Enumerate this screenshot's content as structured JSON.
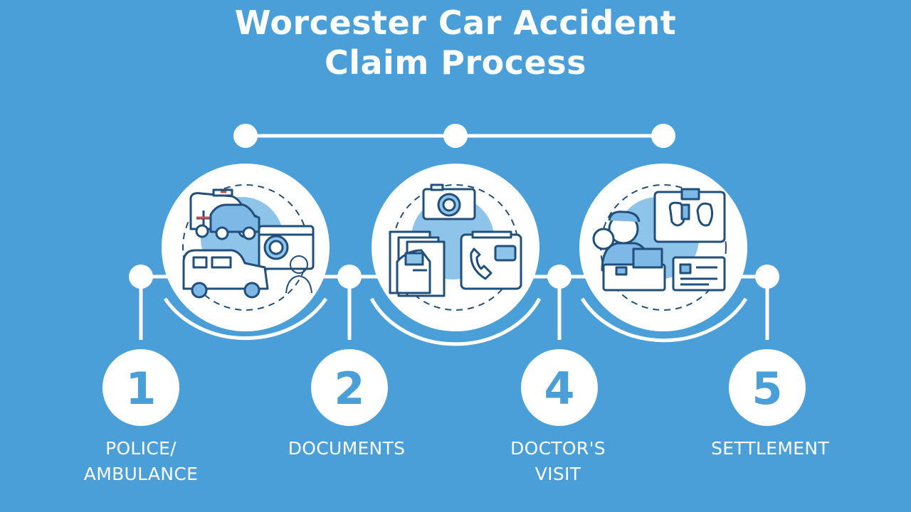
{
  "title": {
    "line1": "Worcester Car Accident",
    "line2": "Claim Process"
  },
  "steps": [
    {
      "number": "1",
      "label_line1": "POLICE/",
      "label_line2": "AMBULANCE"
    },
    {
      "number": "2",
      "label_line1": "DOCUMENTS",
      "label_line2": ""
    },
    {
      "number": "4",
      "label_line1": "DOCTOR'S",
      "label_line2": "VISIT"
    },
    {
      "number": "5",
      "label_line1": "SETTLEMENT",
      "label_line2": ""
    }
  ],
  "illustrations": [
    {
      "icon": "emergency-vehicles-icon"
    },
    {
      "icon": "documents-camera-phone-icon"
    },
    {
      "icon": "doctor-patient-icon"
    }
  ],
  "colors": {
    "background": "#4b9fd9",
    "foreground": "#ffffff",
    "accent_light": "#8ec3ea",
    "line_art": "#1f4f7a"
  }
}
